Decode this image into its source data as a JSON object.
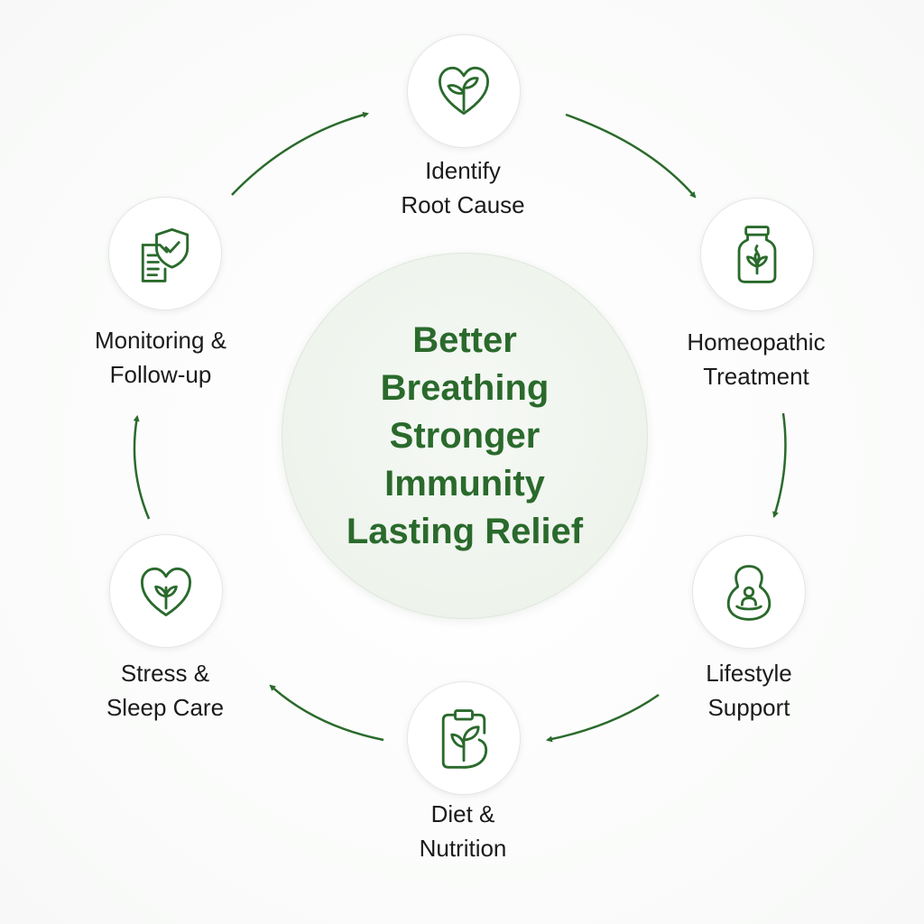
{
  "center": {
    "lines": [
      "Better",
      "Breathing",
      "Stronger",
      "Immunity",
      "Lasting Relief"
    ]
  },
  "steps": [
    {
      "icon": "heart-sprout-icon",
      "label_lines": [
        "Identify",
        "Root Cause"
      ]
    },
    {
      "icon": "remedy-jar-icon",
      "label_lines": [
        "Homeopathic",
        "Treatment"
      ]
    },
    {
      "icon": "meditation-icon",
      "label_lines": [
        "Lifestyle",
        "Support"
      ]
    },
    {
      "icon": "clipboard-leaf-icon",
      "label_lines": [
        "Diet &",
        "Nutrition"
      ]
    },
    {
      "icon": "heart-leaf-icon",
      "label_lines": [
        "Stress &",
        "Sleep Care"
      ]
    },
    {
      "icon": "report-shield-icon",
      "label_lines": [
        "Monitoring &",
        "Follow-up"
      ]
    }
  ],
  "colors": {
    "accent": "#2a6a2c",
    "label": "#1b1b1b",
    "center_fill": "#eef3ec",
    "node_fill": "#ffffff"
  }
}
